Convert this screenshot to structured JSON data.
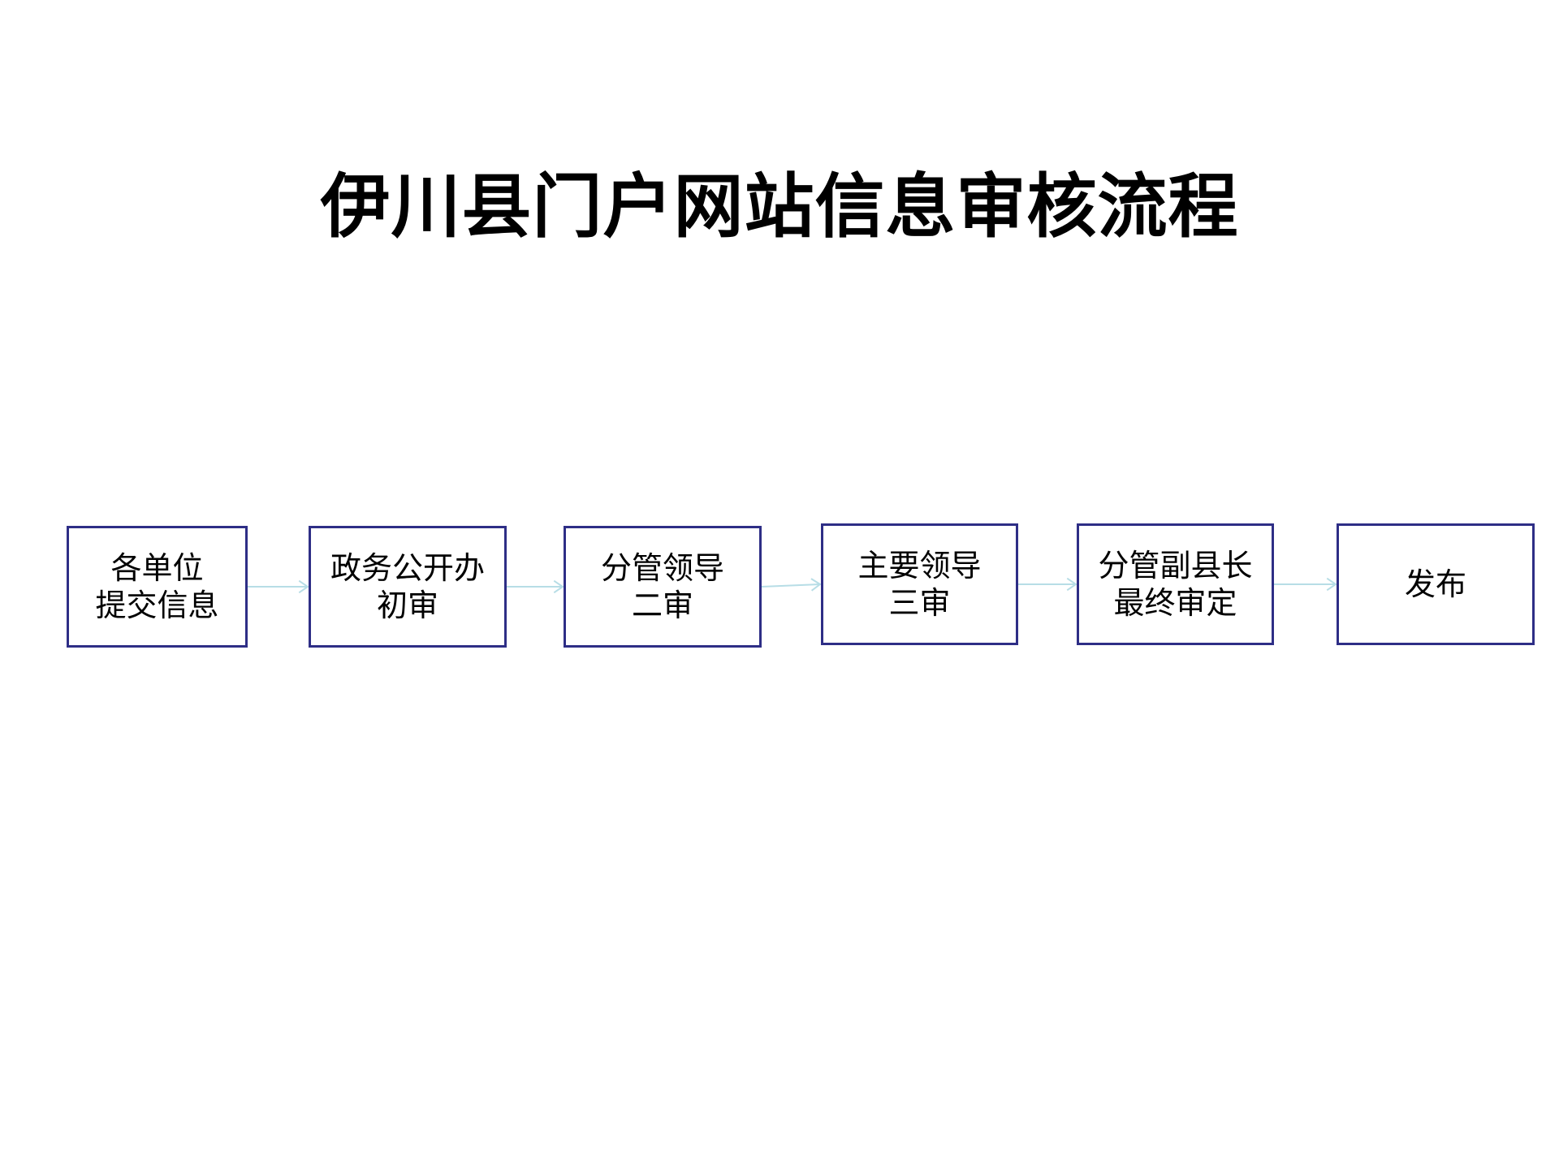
{
  "title": "伊川县门户网站信息审核流程",
  "colors": {
    "box_border": "#2e2e86",
    "arrow": "#b7dde6",
    "text": "#000000",
    "background": "#ffffff"
  },
  "steps": [
    {
      "line1": "各单位",
      "line2": "提交信息"
    },
    {
      "line1": "政务公开办",
      "line2": "初审"
    },
    {
      "line1": "分管领导",
      "line2": "二审"
    },
    {
      "line1": "主要领导",
      "line2": "三审"
    },
    {
      "line1": "分管副县长",
      "line2": "最终审定"
    },
    {
      "line1": "发布",
      "line2": ""
    }
  ]
}
